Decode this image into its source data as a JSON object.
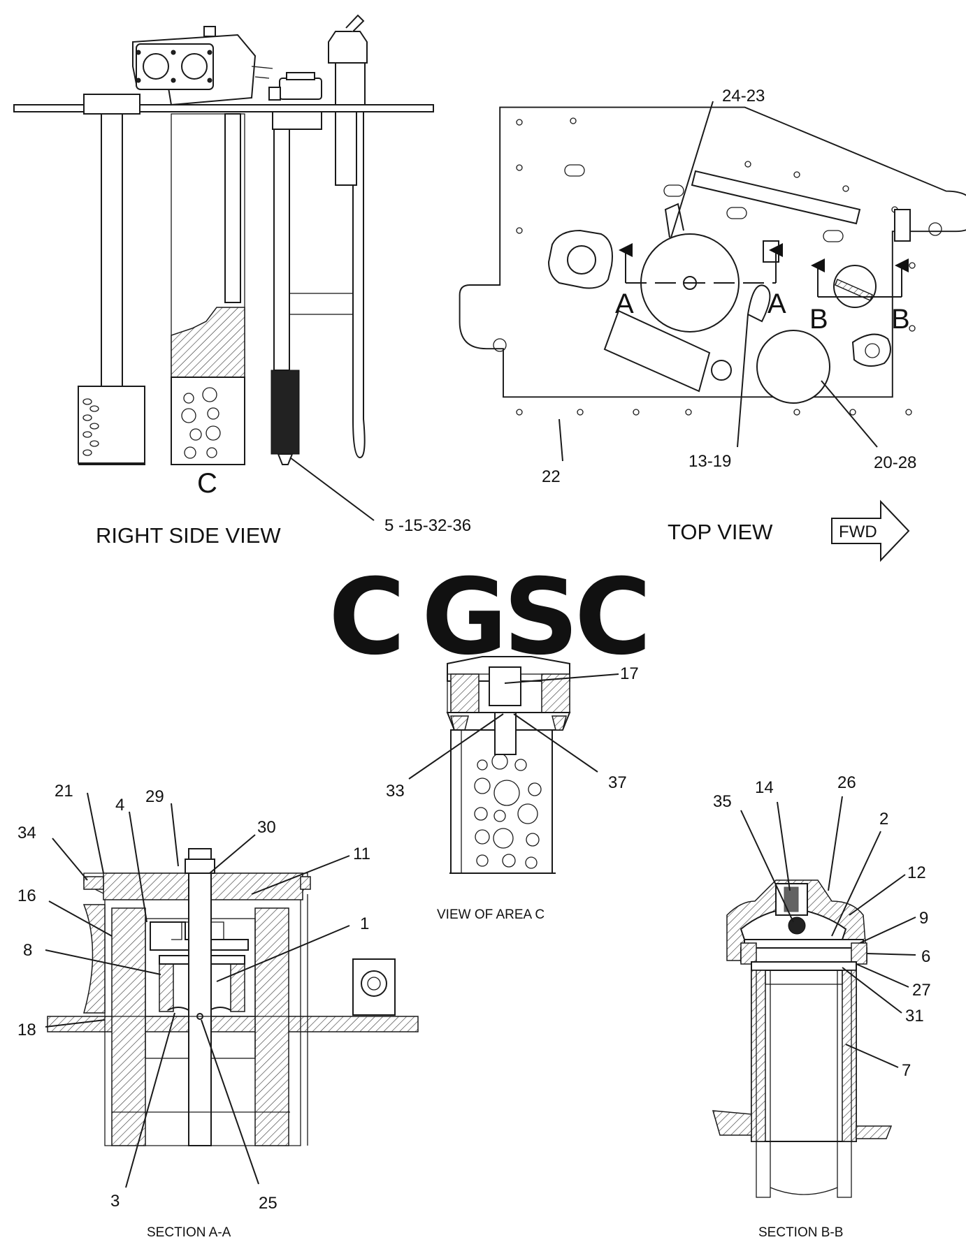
{
  "views": {
    "right_side": {
      "title": "RIGHT SIDE VIEW",
      "area_marker": "C",
      "callouts": [
        "5 -15-32-36"
      ]
    },
    "top": {
      "title": "TOP VIEW",
      "fwd": "FWD",
      "section_a_left": "A",
      "section_a_right": "A",
      "section_b_left": "B",
      "section_b_right": "B",
      "callouts": [
        "24-23",
        "22",
        "13-19",
        "20-28"
      ]
    },
    "area_c": {
      "title": "VIEW OF AREA  C",
      "callouts": [
        "17",
        "33",
        "37"
      ]
    },
    "section_aa": {
      "title": "SECTION A-A",
      "callouts": [
        "21",
        "4",
        "29",
        "30",
        "34",
        "11",
        "16",
        "1",
        "8",
        "18",
        "3",
        "25"
      ]
    },
    "section_bb": {
      "title": "SECTION B-B",
      "callouts": [
        "35",
        "14",
        "26",
        "2",
        "12",
        "9",
        "6",
        "27",
        "31",
        "7"
      ]
    }
  },
  "watermark": {
    "letters": [
      "C",
      "G",
      "S",
      "C"
    ],
    "colors": [
      "#8ab4f8",
      "#f28b82",
      "#fdd663",
      "#81c995"
    ]
  }
}
